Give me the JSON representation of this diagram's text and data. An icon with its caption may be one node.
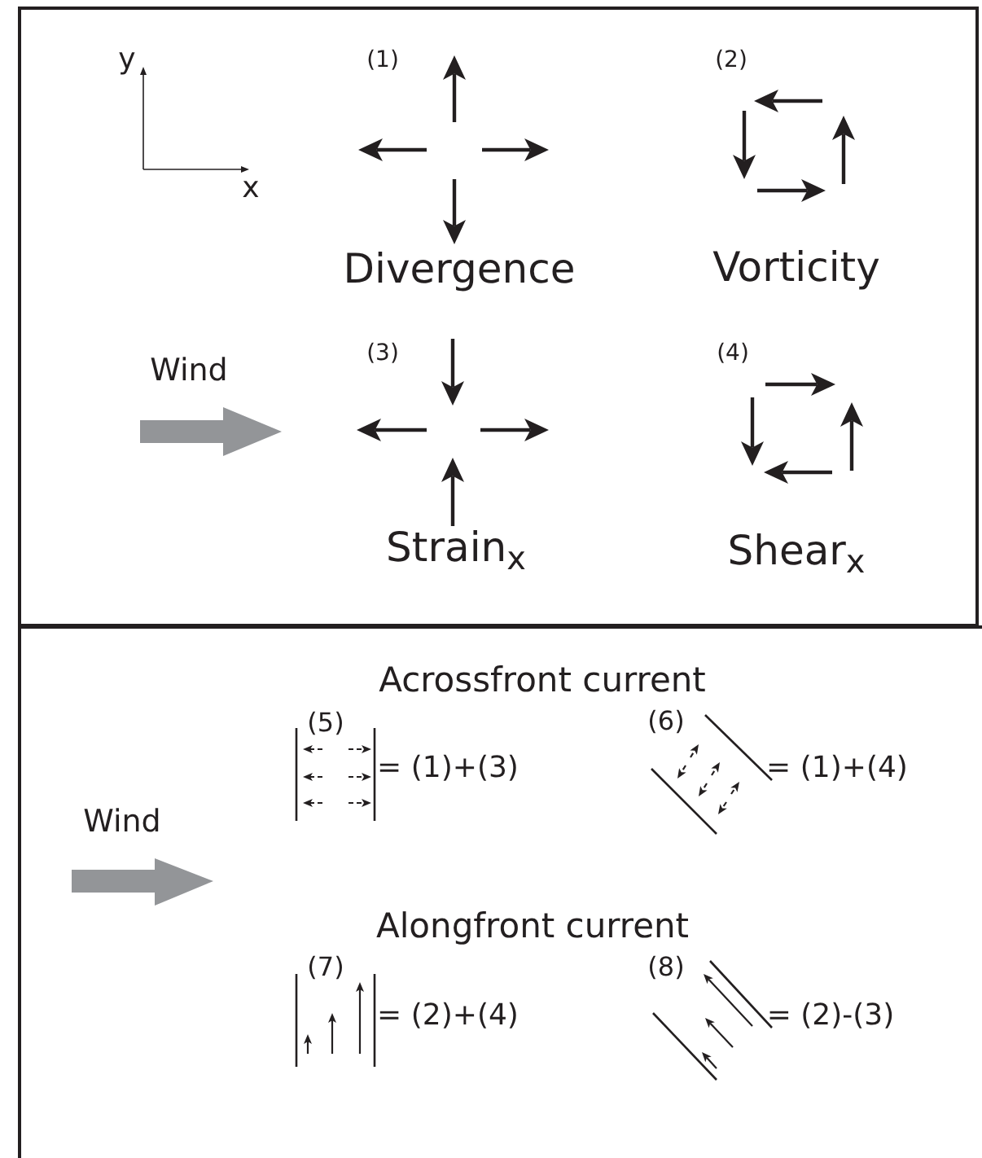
{
  "diagram": {
    "nodes": [
      {
        "text": [
          "y",
          "x",
          "(1)",
          "Divergence",
          "(2)",
          "Vorticity",
          "Wind",
          "(3)",
          "Strain$_{x}$",
          "(4)",
          "Shear$_{x}$"
        ]
      },
      {
        "text": [
          "Acrossfront current",
          "(5)",
          "= (1)+(3)",
          "(6)",
          "= (1)+(4)",
          "Wind",
          "Alongfront current",
          "(7)",
          "= (2)+(4)",
          "(8)",
          "= (2)-(3)"
        ]
      }
    ]
  }
}
